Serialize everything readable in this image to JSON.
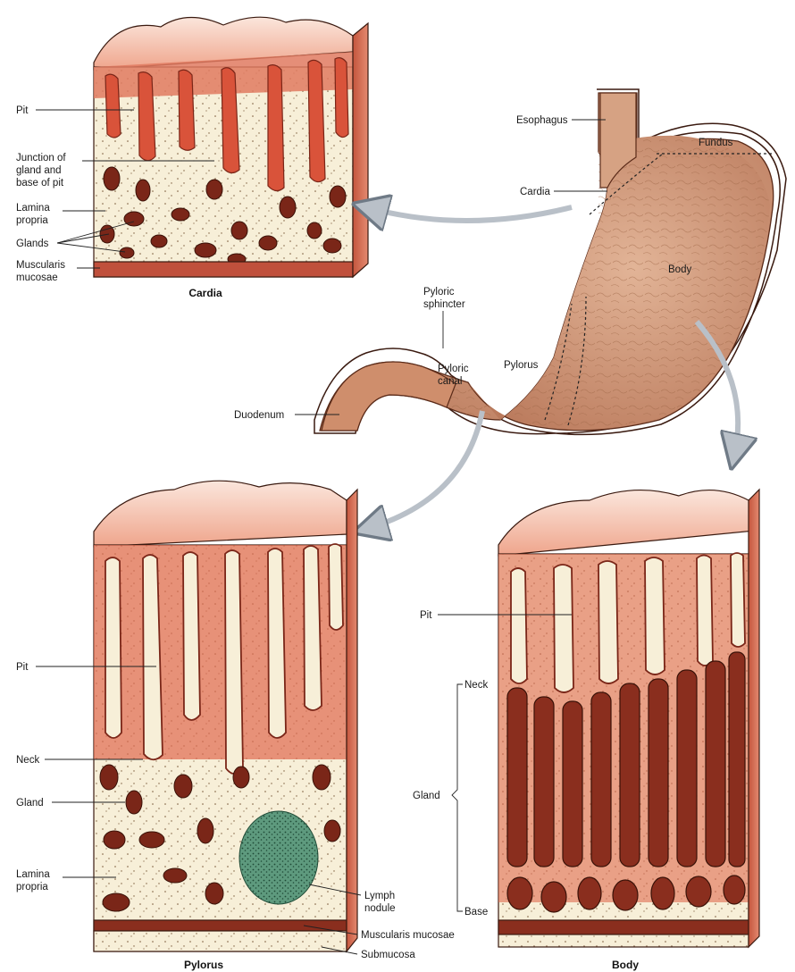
{
  "panels": {
    "cardia": {
      "title": "Cardia",
      "labels": {
        "pit": "Pit",
        "junction_1": "Junction of",
        "junction_2": "gland and",
        "junction_3": "base of pit",
        "lamina_1": "Lamina",
        "lamina_2": "propria",
        "glands": "Glands",
        "muscularis_1": "Muscularis",
        "muscularis_2": "mucosae"
      }
    },
    "stomach": {
      "labels": {
        "esophagus": "Esophagus",
        "fundus": "Fundus",
        "cardia": "Cardia",
        "body": "Body",
        "pyloric_sphincter_1": "Pyloric",
        "pyloric_sphincter_2": "sphincter",
        "pyloric_canal_1": "Pyloric",
        "pyloric_canal_2": "canal",
        "pylorus": "Pylorus",
        "duodenum": "Duodenum"
      }
    },
    "pylorus": {
      "title": "Pylorus",
      "labels": {
        "pit": "Pit",
        "neck": "Neck",
        "gland": "Gland",
        "lamina_1": "Lamina",
        "lamina_2": "propria",
        "lymph_1": "Lymph",
        "lymph_2": "nodule",
        "muscularis_mucosae": "Muscularis mucosae",
        "submucosa": "Submucosa"
      }
    },
    "body": {
      "title": "Body",
      "labels": {
        "pit": "Pit",
        "neck": "Neck",
        "gland": "Gland",
        "base": "Base"
      }
    }
  },
  "colors": {
    "tissue_red": "#d9533a",
    "tissue_pink": "#f2b8a0",
    "lamina_cream": "#f7efd8",
    "gland_dark": "#7a2618",
    "stomach_tan": "#c99272",
    "lymph_green": "#3f7d60",
    "arrow_gray": "#b9c0c8"
  }
}
